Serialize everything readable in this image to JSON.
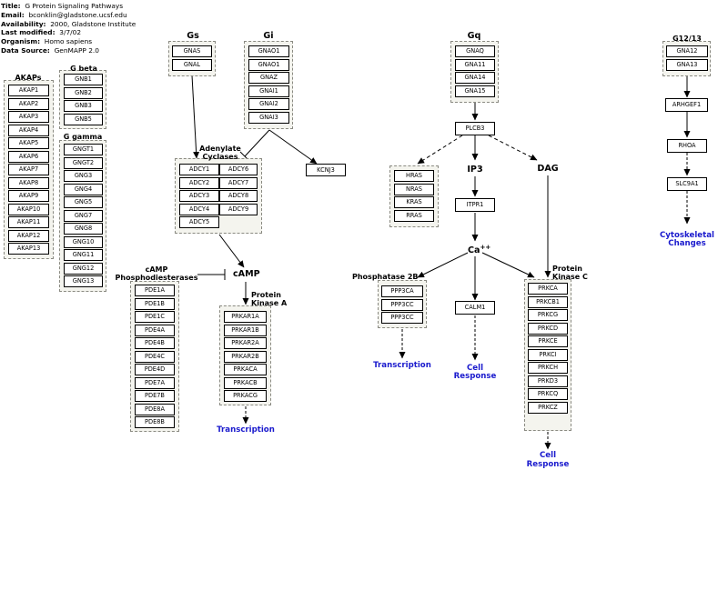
{
  "meta": {
    "title_label": "Title:",
    "title": "G Protein Signaling Pathways",
    "email_label": "Email:",
    "email": "bconklin@gladstone.ucsf.edu",
    "availability_label": "Availability:",
    "availability": "2000, Gladstone Institute",
    "modified_label": "Last modified:",
    "modified": "3/7/02",
    "organism_label": "Organism:",
    "organism": "Homo sapiens",
    "source_label": "Data Source:",
    "source": "GenMAPP 2.0"
  },
  "labels": {
    "gs": "Gs",
    "gi": "Gi",
    "gq": "Gq",
    "g1213": "G12/13",
    "akaps": "AKAPs",
    "gbeta": "G beta",
    "ggamma": "G gamma",
    "adenylate_1": "Adenylate",
    "adenylate_2": "Cyclases",
    "camp": "cAMP",
    "pde_1": "cAMP",
    "pde_2": "Phosphodiesterases",
    "pka_1": "Protein",
    "pka_2": "Kinase A",
    "ip3": "IP3",
    "dag": "DAG",
    "ca": "Ca",
    "ca_sup": "++",
    "pp2b": "Phosphatase 2B",
    "pkc_1": "Protein",
    "pkc_2": "Kinase C",
    "transcription_1": "Transcription",
    "transcription_2": "Transcription",
    "cell_response_a1": "Cell",
    "cell_response_a2": "Response",
    "cell_response_b1": "Cell",
    "cell_response_b2": "Response",
    "cyto_1": "Cytoskeletal",
    "cyto_2": "Changes"
  },
  "genes": {
    "gs": [
      "GNAS",
      "GNAL"
    ],
    "gi": [
      "GNAO1",
      "GNAO1",
      "GNAZ",
      "GNAI1",
      "GNAI2",
      "GNAI3"
    ],
    "gq": [
      "GNAQ",
      "GNA11",
      "GNA14",
      "GNA15"
    ],
    "g1213": [
      "GNA12",
      "GNA13"
    ],
    "akaps": [
      "AKAP1",
      "AKAP2",
      "AKAP3",
      "AKAP4",
      "AKAP5",
      "AKAP6",
      "AKAP7",
      "AKAP8",
      "AKAP9",
      "AKAP10",
      "AKAP11",
      "AKAP12",
      "AKAP13"
    ],
    "gbeta": [
      "GNB1",
      "GNB2",
      "GNB3",
      "GNB5"
    ],
    "ggamma": [
      "GNGT1",
      "GNGT2",
      "GNG3",
      "GNG4",
      "GNG5",
      "GNG7",
      "GNG8",
      "GNG10",
      "GNG11",
      "GNG12",
      "GNG13"
    ],
    "adcy_left": [
      "ADCY1",
      "ADCY2",
      "ADCY3",
      "ADCY4",
      "ADCY5"
    ],
    "adcy_right": [
      "ADCY6",
      "ADCY7",
      "ADCY8",
      "ADCY9"
    ],
    "pde": [
      "PDE1A",
      "PDE1B",
      "PDE1C",
      "PDE4A",
      "PDE4B",
      "PDE4C",
      "PDE4D",
      "PDE7A",
      "PDE7B",
      "PDE8A",
      "PDE8B"
    ],
    "pka": [
      "PRKAR1A",
      "PRKAR1B",
      "PRKAR2A",
      "PRKAR2B",
      "PRKACA",
      "PRKACB",
      "PRKACG"
    ],
    "ras": [
      "HRAS",
      "NRAS",
      "KRAS",
      "RRAS"
    ],
    "pp2b": [
      "PPP3CA",
      "PPP3CC",
      "PPP3CC"
    ],
    "pkc": [
      "PRKCA",
      "PRKCB1",
      "PRKCG",
      "PRKCD",
      "PRKCE",
      "PRKCI",
      "PRKCH",
      "PRKD3",
      "PRKCQ",
      "PRKCZ"
    ]
  },
  "single_genes": {
    "kcnj3": "KCNJ3",
    "plcb3": "PLCB3",
    "itpr1": "ITPR1",
    "calm1": "CALM1",
    "arhgef1": "ARHGEF1",
    "rhoa": "RHOA",
    "slc9a1": "SLC9A1"
  },
  "colors": {
    "endpoint": "#1a1acd",
    "group_fill": "#f4f4ee",
    "group_border": "#8a8a82"
  }
}
